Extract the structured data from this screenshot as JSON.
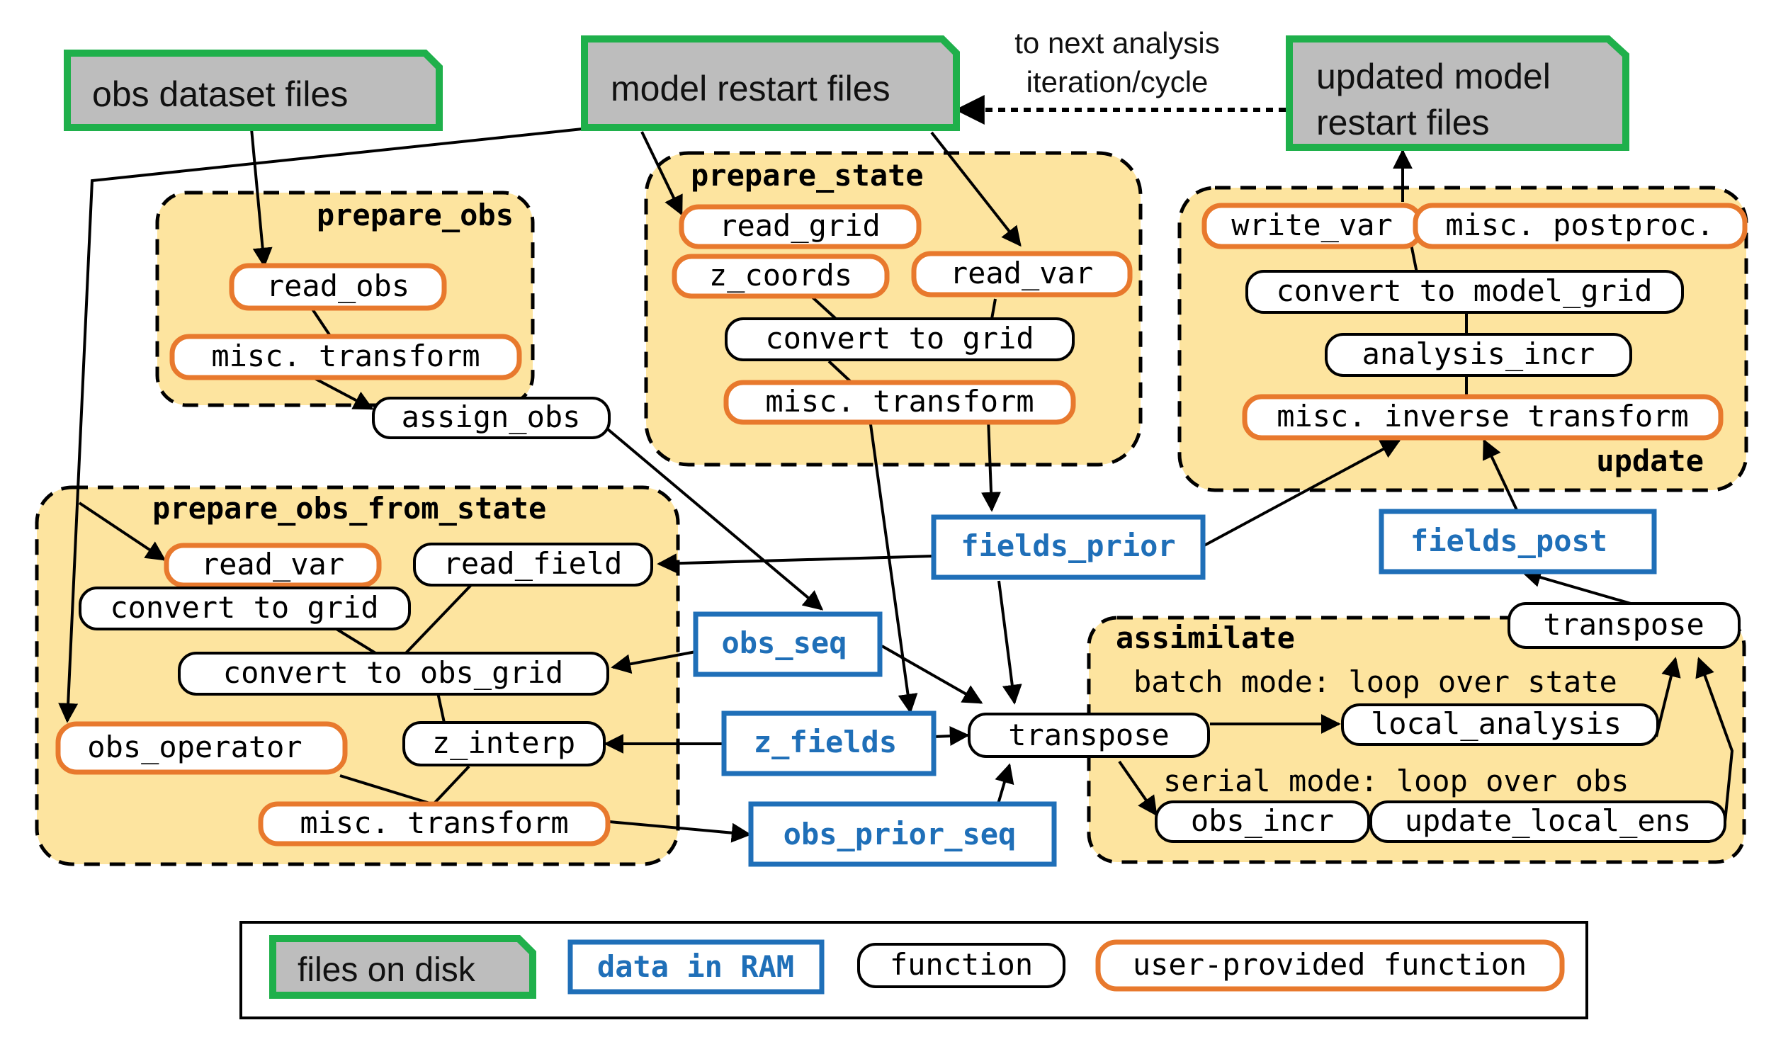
{
  "colors": {
    "file_border": "#1fb04b",
    "file_fill": "#bdbdbd",
    "ram_border": "#1f6fb8",
    "ram_text": "#1f6fb8",
    "user_fn_border": "#e8792d",
    "group_fill": "#fde49f",
    "line": "#000000"
  },
  "files": {
    "obs_dataset": "obs dataset files",
    "model_restart": "model restart files",
    "updated_restart_line1": "updated model",
    "updated_restart_line2": "restart files"
  },
  "note": {
    "line1": "to next analysis",
    "line2": "iteration/cycle"
  },
  "groups": {
    "prepare_obs": "prepare_obs",
    "prepare_state": "prepare_state",
    "update": "update",
    "prepare_obs_from_state": "prepare_obs_from_state",
    "assimilate": "assimilate"
  },
  "functions": {
    "read_obs": "read_obs",
    "misc_transform_obs": "misc. transform",
    "assign_obs": "assign_obs",
    "read_grid": "read_grid",
    "z_coords": "z_coords",
    "read_var_state": "read_var",
    "convert_to_grid_state": "convert to grid",
    "misc_transform_state": "misc. transform",
    "write_var": "write_var",
    "misc_postproc": "misc. postproc.",
    "convert_to_model_grid": "convert to model_grid",
    "analysis_incr": "analysis_incr",
    "misc_inverse_transform": "misc. inverse transform",
    "read_var_ofs": "read_var",
    "read_field": "read_field",
    "convert_to_grid_ofs": "convert to grid",
    "convert_to_obs_grid": "convert to obs_grid",
    "obs_operator": "obs_operator",
    "z_interp": "z_interp",
    "misc_transform_ofs": "misc. transform",
    "transpose_center": "transpose",
    "transpose_right": "transpose",
    "local_analysis": "local_analysis",
    "obs_incr": "obs_incr",
    "update_local_ens": "update_local_ens"
  },
  "assimilate_modes": {
    "batch": "batch mode: loop over state",
    "serial": "serial mode: loop over obs"
  },
  "ram": {
    "fields_prior": "fields_prior",
    "fields_post": "fields_post",
    "obs_seq": "obs_seq",
    "z_fields": "z_fields",
    "obs_prior_seq": "obs_prior_seq"
  },
  "legend": {
    "files_on_disk": "files on disk",
    "data_in_ram": "data in RAM",
    "function": "function",
    "user_provided_function": "user-provided function"
  }
}
